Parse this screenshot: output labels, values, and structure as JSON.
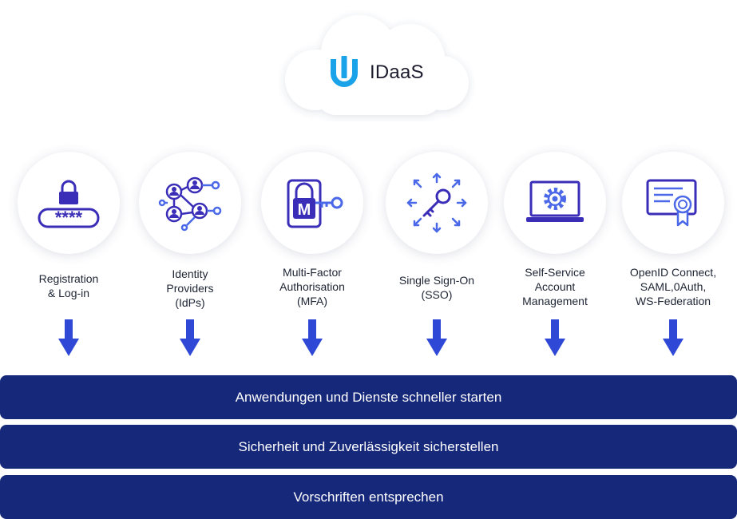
{
  "brand": {
    "name": "IDaaS",
    "accent": "#1aa3e8"
  },
  "features": [
    {
      "label": "Registration\n& Log-in",
      "icon": "password-lock-icon"
    },
    {
      "label": "Identity\nProviders\n(IdPs)",
      "icon": "identity-network-icon"
    },
    {
      "label": "Multi-Factor\nAuthorisation\n(MFA)",
      "icon": "mfa-key-icon"
    },
    {
      "label": "Single Sign-On\n(SSO)",
      "icon": "sso-key-icon"
    },
    {
      "label": "Self-Service\nAccount\nManagement",
      "icon": "laptop-gear-icon"
    },
    {
      "label": "OpenID Connect,\nSAML,0Auth,\nWS-Federation",
      "icon": "certificate-icon"
    }
  ],
  "benefits": [
    "Anwendungen und Dienste schneller starten",
    "Sicherheit und Zuverlässigkeit sicherstellen",
    "Vorschriften entsprechen"
  ],
  "colors": {
    "bar": "#16287a",
    "arrow": "#2f48d6",
    "icon_primary": "#3a2db8",
    "icon_secondary": "#4a68e8"
  }
}
